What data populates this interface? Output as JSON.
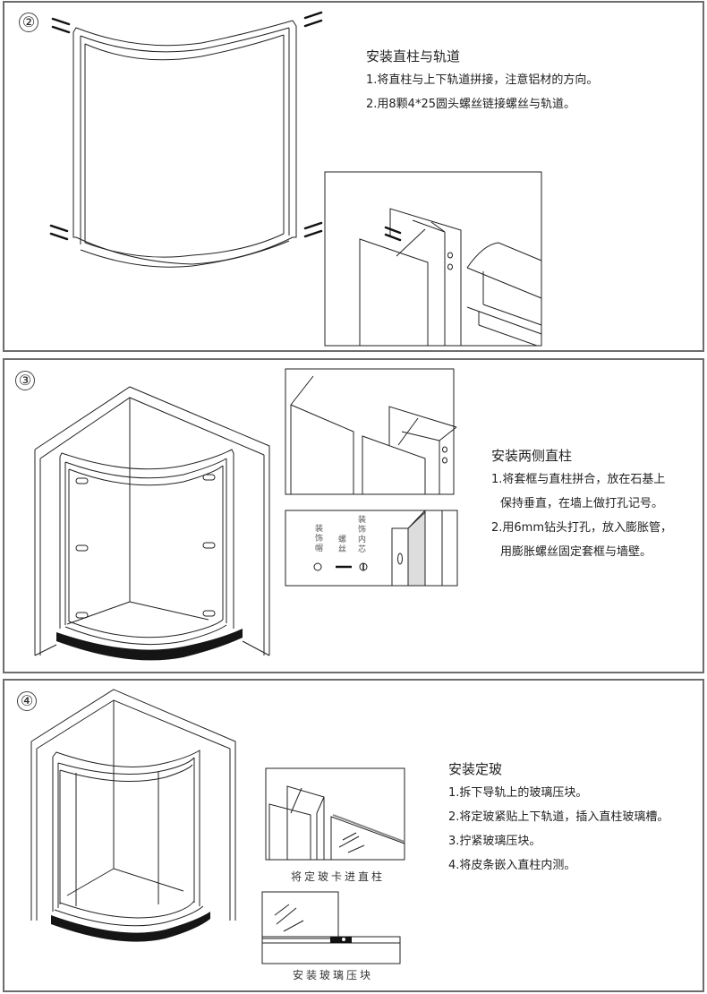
{
  "steps": [
    {
      "number": "②",
      "title": "安装直柱与轨道",
      "lines": [
        "1.将直柱与上下轨道拼接，注意铝材的方向。",
        "2.用8颗4*25圆头螺丝链接螺丝与轨道。"
      ]
    },
    {
      "number": "③",
      "title": "安装两侧直柱",
      "lines": [
        "1.将套框与直柱拼合，放在石基上",
        "保持垂直，在墙上做打孔记号。",
        "2.用6mm钻头打孔，放入膨胀管，",
        "用膨胀螺丝固定套框与墙壁。"
      ],
      "detail_labels": {
        "cap": "装饰帽",
        "screw": "螺丝",
        "core": "装饰内芯"
      }
    },
    {
      "number": "④",
      "title": "安装定玻",
      "lines": [
        "1.拆下导轨上的玻璃压块。",
        "2.将定玻紧贴上下轨道，插入直柱玻璃槽。",
        "3.拧紧玻璃压块。",
        "4.将皮条嵌入直柱内测。"
      ],
      "captions": [
        "将定玻卡进直柱",
        "安装玻璃压块"
      ]
    }
  ],
  "colors": {
    "border": "#6d6d6d",
    "line": "#222222",
    "base": "#151515"
  }
}
